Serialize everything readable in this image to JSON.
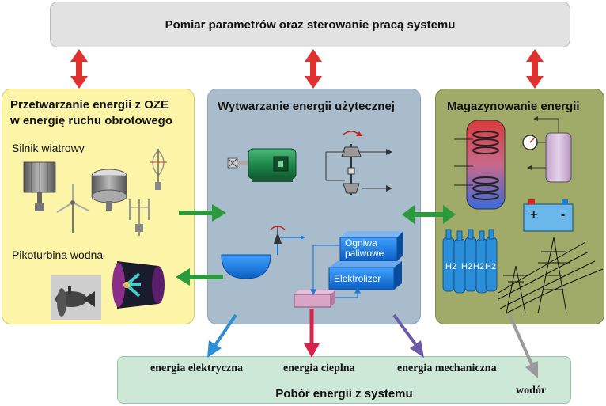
{
  "top": {
    "title": "Pomiar parametrów oraz sterowanie pracą systemu"
  },
  "left": {
    "title_line1": "Przetwarzanie energii z OZE",
    "title_line2": "w energię ruchu obrotowego",
    "wind_label": "Silnik wiatrowy",
    "hydro_label": "Pikoturbina wodna"
  },
  "middle": {
    "title": "Wytwarzanie energii użytecznej",
    "fuel_cell_line1": "Ogniwa",
    "fuel_cell_line2": "paliwowe",
    "electrolyzer": "Elektrolizer"
  },
  "right": {
    "title": "Magazynowanie energii",
    "battery_plus": "+",
    "battery_minus": "-",
    "h2_labels": [
      "H2",
      "H2",
      "H2",
      "H2"
    ]
  },
  "bottom": {
    "title": "Pobór energii z systemu",
    "outputs": [
      "energia elektryczna",
      "energia cieplna",
      "energia mechaniczna"
    ],
    "hydrogen": "wodór"
  },
  "colors": {
    "control_arrow": "#e0312f",
    "green_arrow": "#2a9a3a",
    "electric_arrow": "#2b8fd6",
    "heat_arrow": "#d8234a",
    "mechanical_arrow": "#6a5aa8",
    "hydrogen_arrow": "#9a9a9a"
  }
}
